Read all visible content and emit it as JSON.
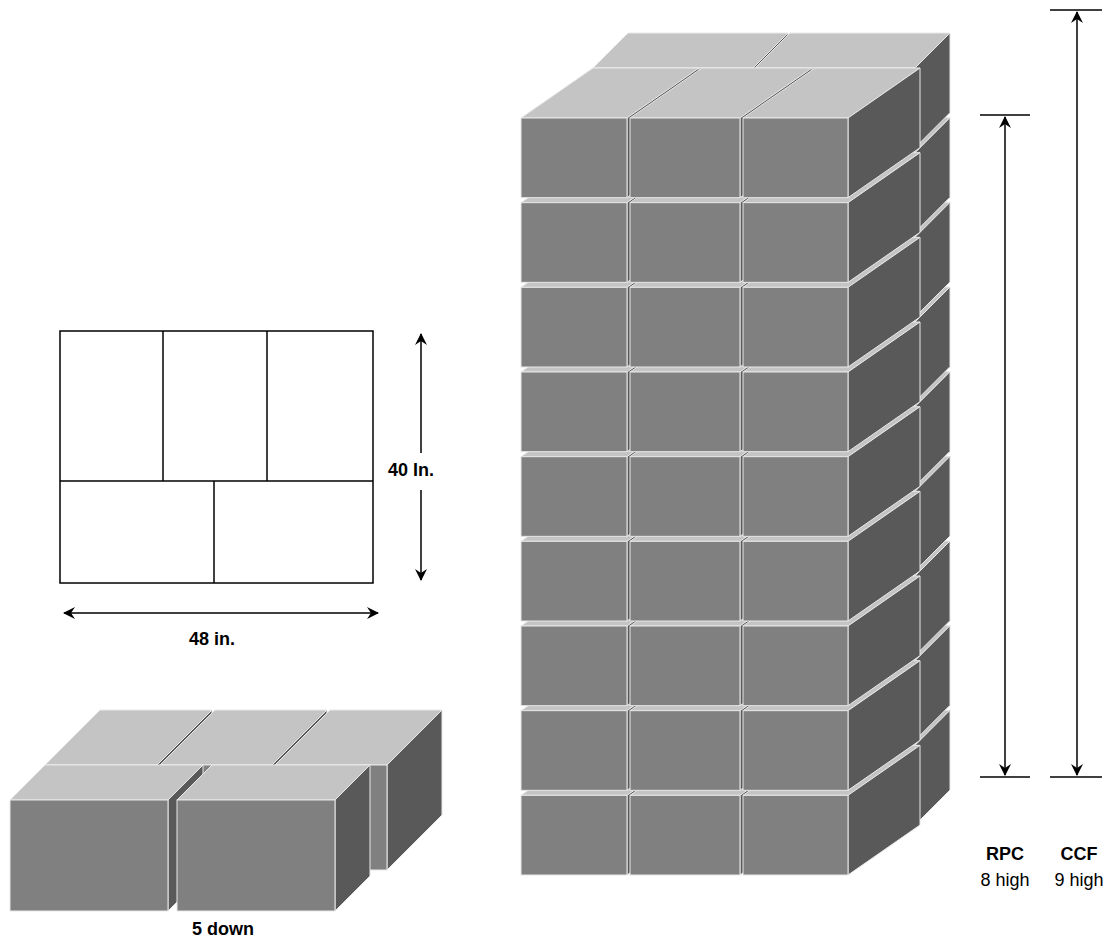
{
  "diagram": {
    "labels": [
      "40 In.",
      "48 in.",
      "5 down",
      "RPC",
      "8 high",
      "CCF",
      "9 high"
    ]
  }
}
